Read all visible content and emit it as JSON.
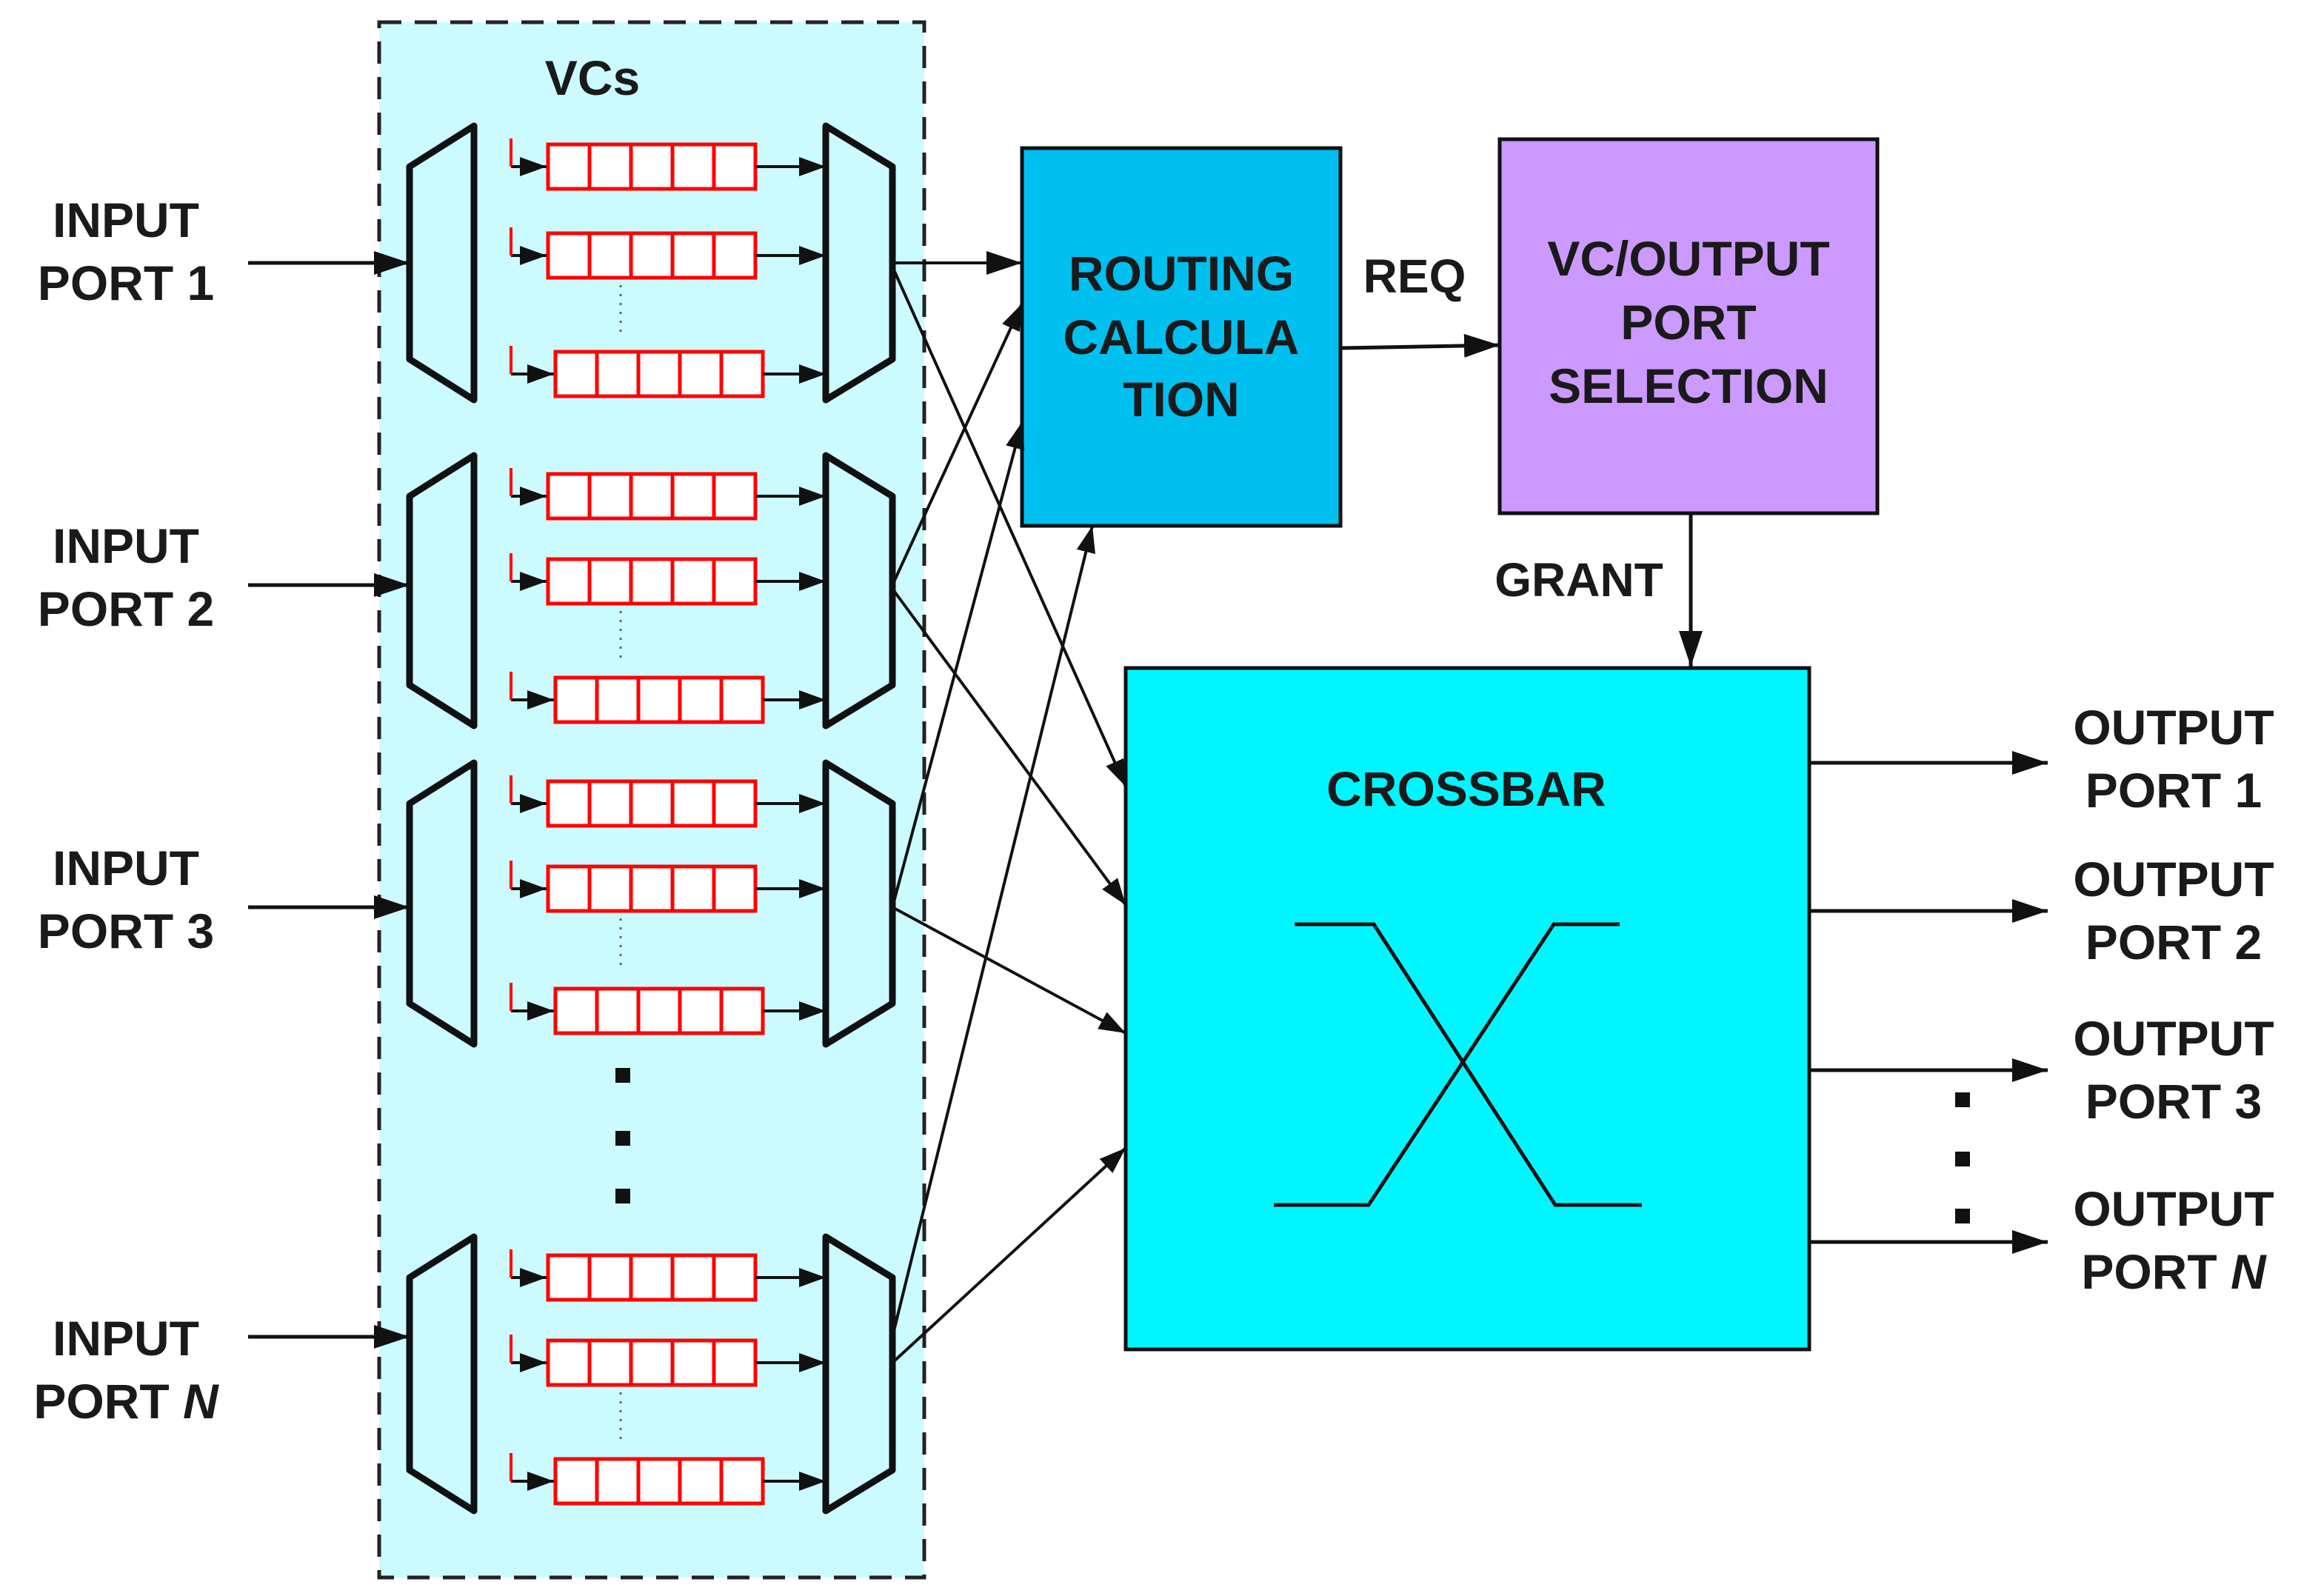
{
  "vcs_label": "VCs",
  "input_ports": [
    {
      "line1": "INPUT",
      "line2": "PORT 1",
      "italic": ""
    },
    {
      "line1": "INPUT",
      "line2": "PORT 2",
      "italic": ""
    },
    {
      "line1": "INPUT",
      "line2": "PORT 3",
      "italic": ""
    },
    {
      "line1": "INPUT",
      "line2": "PORT ",
      "italic": "N"
    }
  ],
  "routing": {
    "line1": "ROUTING",
    "line2": "CALCULA",
    "line3": "TION"
  },
  "selection": {
    "line1": "VC/OUTPUT",
    "line2": "PORT",
    "line3": "SELECTION"
  },
  "req_label": "REQ",
  "grant_label": "GRANT",
  "crossbar_label": "CROSSBAR",
  "output_ports": [
    {
      "line1": "OUTPUT",
      "line2": "PORT 1",
      "italic": ""
    },
    {
      "line1": "OUTPUT",
      "line2": "PORT 2",
      "italic": ""
    },
    {
      "line1": "OUTPUT",
      "line2": "PORT 3",
      "italic": ""
    },
    {
      "line1": "OUTPUT",
      "line2": "PORT ",
      "italic": "N"
    }
  ],
  "colors": {
    "vc_region": "#ccfbff",
    "routing_block": "#00c0f0",
    "selection_block": "#cc99ff",
    "crossbar_block": "#00f6ff",
    "buffer_outline": "#ff0000"
  }
}
